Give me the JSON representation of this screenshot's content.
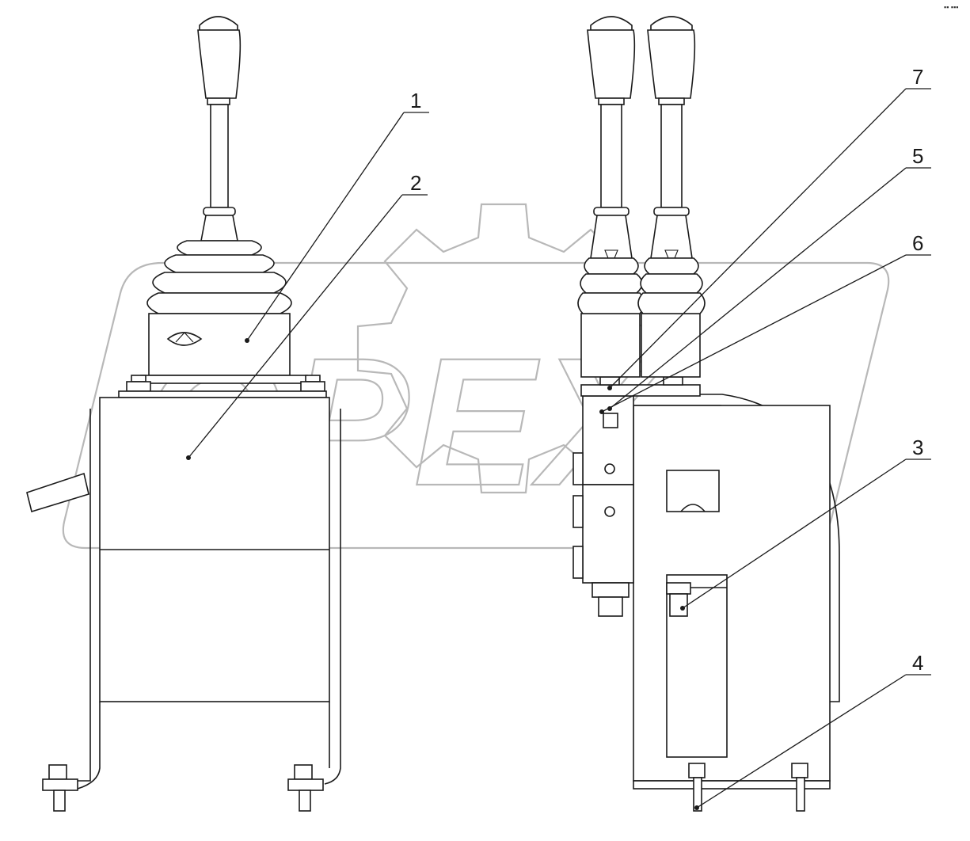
{
  "watermark": {
    "text": "OPEX"
  },
  "corner_mark": "▪▪ ▪▪▪",
  "callouts": [
    {
      "id": "1",
      "label": "1"
    },
    {
      "id": "2",
      "label": "2"
    },
    {
      "id": "7",
      "label": "7"
    },
    {
      "id": "5",
      "label": "5"
    },
    {
      "id": "6",
      "label": "6"
    },
    {
      "id": "3",
      "label": "3"
    },
    {
      "id": "4",
      "label": "4"
    }
  ]
}
